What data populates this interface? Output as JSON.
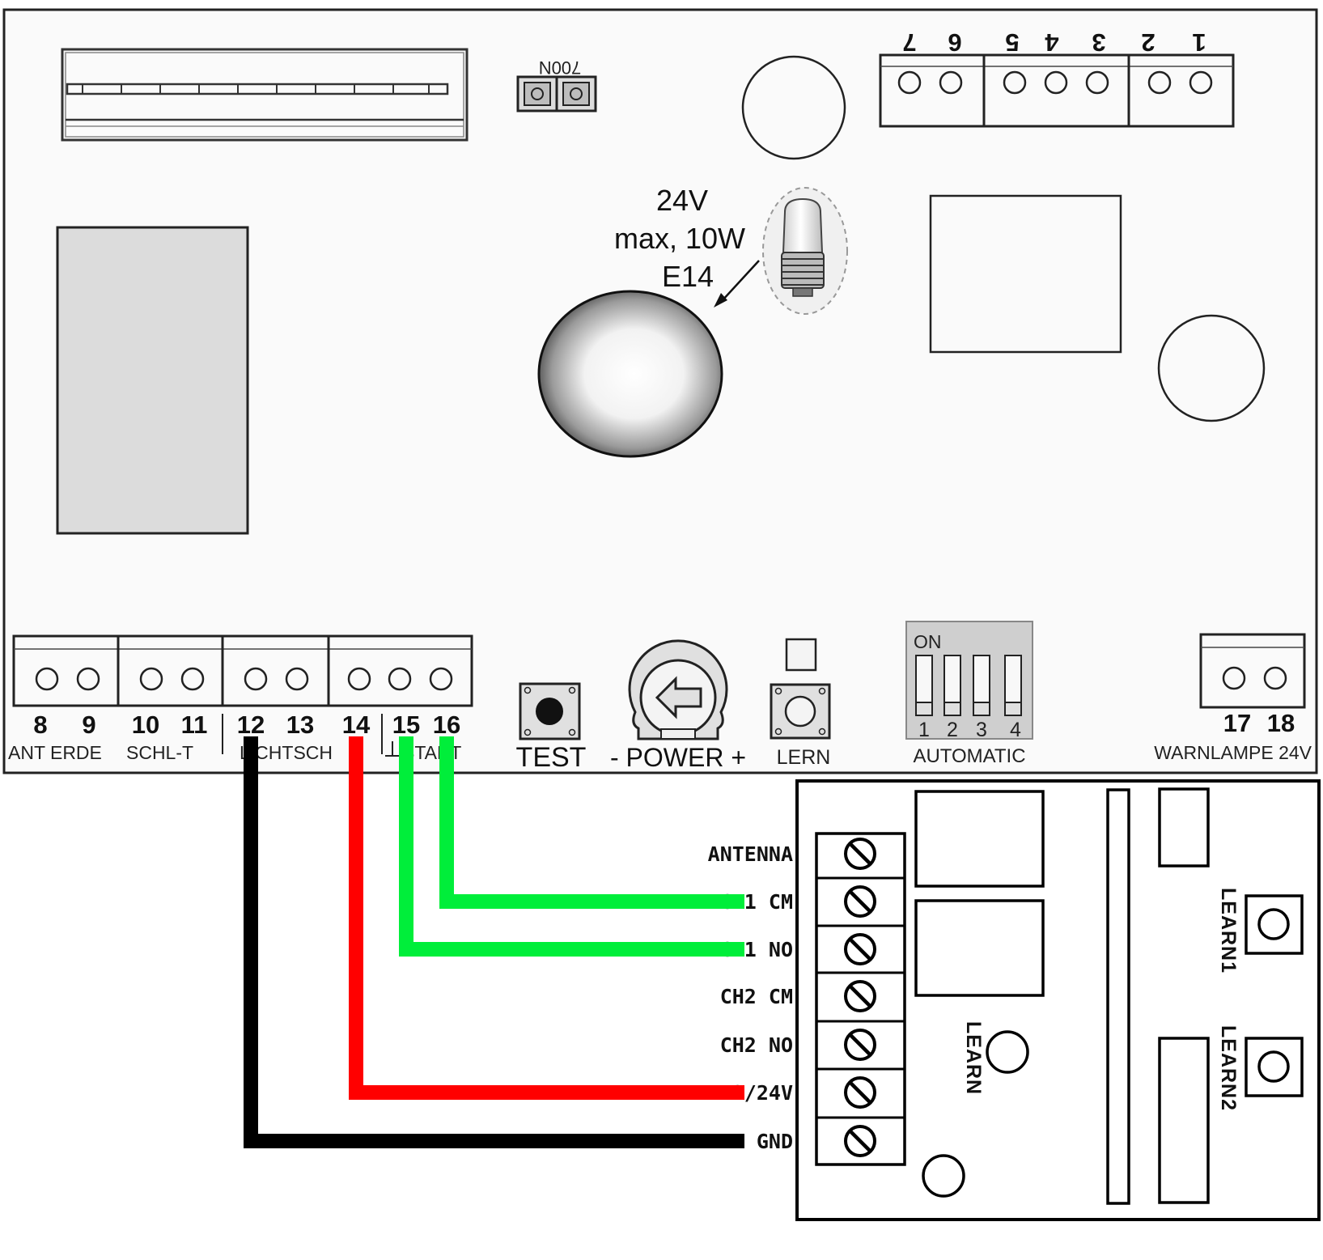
{
  "main_board": {
    "top_jumper_label": "700N",
    "top_terminal_numbers": [
      "7",
      "6",
      "5",
      "4",
      "3",
      "2",
      "1"
    ],
    "lamp_spec": {
      "voltage": "24V",
      "power": "max, 10W",
      "socket": "E14"
    },
    "bottom_terminals": [
      {
        "num": "8"
      },
      {
        "num": "9"
      },
      {
        "num": "10"
      },
      {
        "num": "11"
      },
      {
        "num": "12"
      },
      {
        "num": "13"
      },
      {
        "num": "14"
      },
      {
        "num": "15"
      },
      {
        "num": "16"
      }
    ],
    "bottom_labels": {
      "ant_erde": "ANT ERDE",
      "schl_t": "SCHL-T",
      "lichtsch": "LICHTSCH",
      "start": "START"
    },
    "controls": {
      "test": "TEST",
      "power": "- POWER +",
      "lern": "LERN",
      "dip_on": "ON",
      "dip_numbers": [
        "1",
        "2",
        "3",
        "4"
      ],
      "automatic": "AUTOMATIC"
    },
    "warnlampe": {
      "numbers": [
        "17",
        "18"
      ],
      "label": "WARNLAMPE 24V"
    }
  },
  "receiver_module": {
    "terminals": [
      "ANTENNA",
      "CH1 CM",
      "CH1 NO",
      "CH2 CM",
      "CH2 NO",
      "12/24V",
      "GND"
    ],
    "learn": "LEARN",
    "learn1": "LEARN1",
    "learn2": "LEARN2"
  },
  "wires": [
    {
      "from_terminal": "16",
      "to_terminal": "CH1 CM",
      "color": "#00ee3a"
    },
    {
      "from_terminal": "15",
      "to_terminal": "CH1 NO",
      "color": "#00ee3a"
    },
    {
      "from_terminal": "14",
      "to_terminal": "12/24V",
      "color": "#ff0000"
    },
    {
      "from_terminal": "12",
      "to_terminal": "GND",
      "color": "#000000"
    }
  ]
}
